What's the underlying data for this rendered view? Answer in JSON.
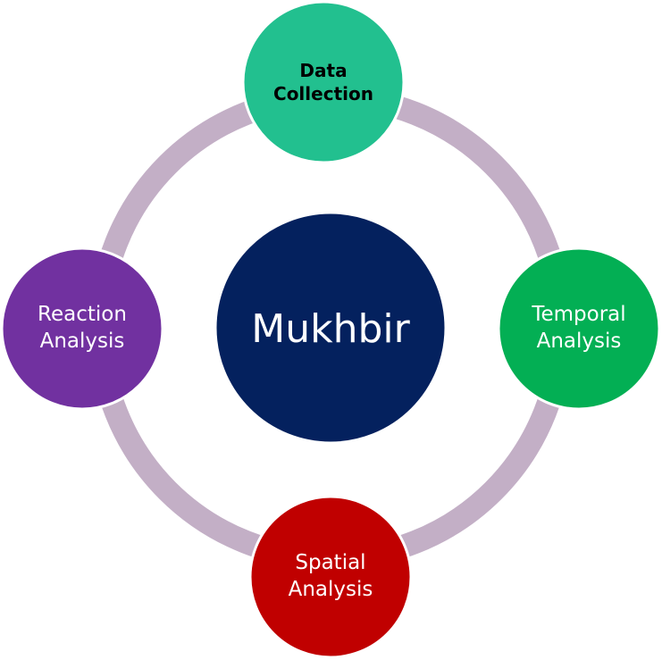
{
  "diagram": {
    "center": {
      "label": "Mukhbir",
      "color": "#04215e"
    },
    "ring_color": "#c3afc6",
    "nodes": {
      "top": {
        "label": "Data\nCollection",
        "color": "#22c08f"
      },
      "right": {
        "label": "Temporal\nAnalysis",
        "color": "#03af54"
      },
      "bottom": {
        "label": "Spatial\nAnalysis",
        "color": "#c00000"
      },
      "left": {
        "label": "Reaction\nAnalysis",
        "color": "#7131a0"
      }
    }
  }
}
